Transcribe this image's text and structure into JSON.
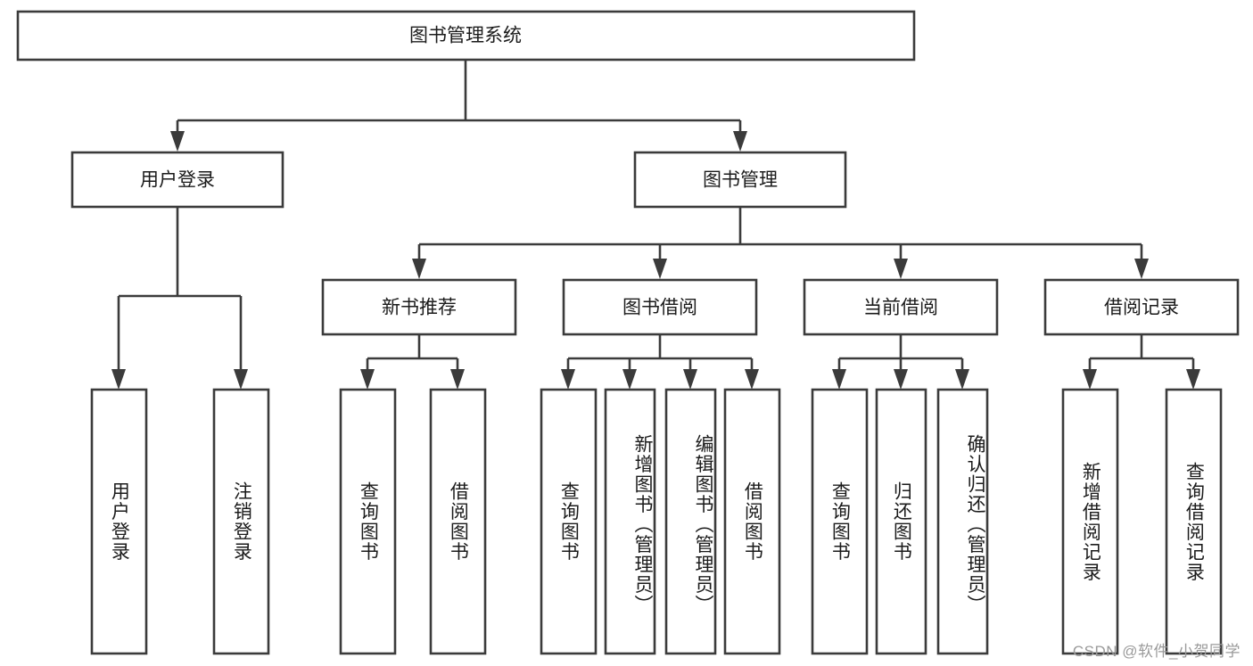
{
  "diagram": {
    "title": "图书管理系统",
    "type": "hierarchy-tree",
    "orientation": "top-down",
    "colors": {
      "box_stroke": "#3b3b3b",
      "box_fill": "#ffffff",
      "text": "#1b1b1b",
      "background": "#ffffff",
      "watermark": "#9a9a9a"
    },
    "root": {
      "label": "图书管理系统"
    },
    "level2": [
      {
        "label": "用户登录"
      },
      {
        "label": "图书管理"
      }
    ],
    "level3": [
      {
        "label": "新书推荐"
      },
      {
        "label": "图书借阅"
      },
      {
        "label": "当前借阅"
      },
      {
        "label": "借阅记录"
      }
    ],
    "leaves": {
      "user_login": [
        {
          "label": "用户登录"
        },
        {
          "label": "注销登录"
        }
      ],
      "new_book_recommend": [
        {
          "label": "查询图书"
        },
        {
          "label": "借阅图书"
        }
      ],
      "book_borrow": [
        {
          "label": "查询图书"
        },
        {
          "label": "新增图书（管理员）"
        },
        {
          "label": "编辑图书（管理员）"
        },
        {
          "label": "借阅图书"
        }
      ],
      "current_borrow": [
        {
          "label": "查询图书"
        },
        {
          "label": "归还图书"
        },
        {
          "label": "确认归还（管理员）"
        }
      ],
      "borrow_record": [
        {
          "label": "新增借阅记录"
        },
        {
          "label": "查询借阅记录"
        }
      ]
    }
  },
  "watermark": {
    "text": "CSDN @软件_小贺同学"
  }
}
